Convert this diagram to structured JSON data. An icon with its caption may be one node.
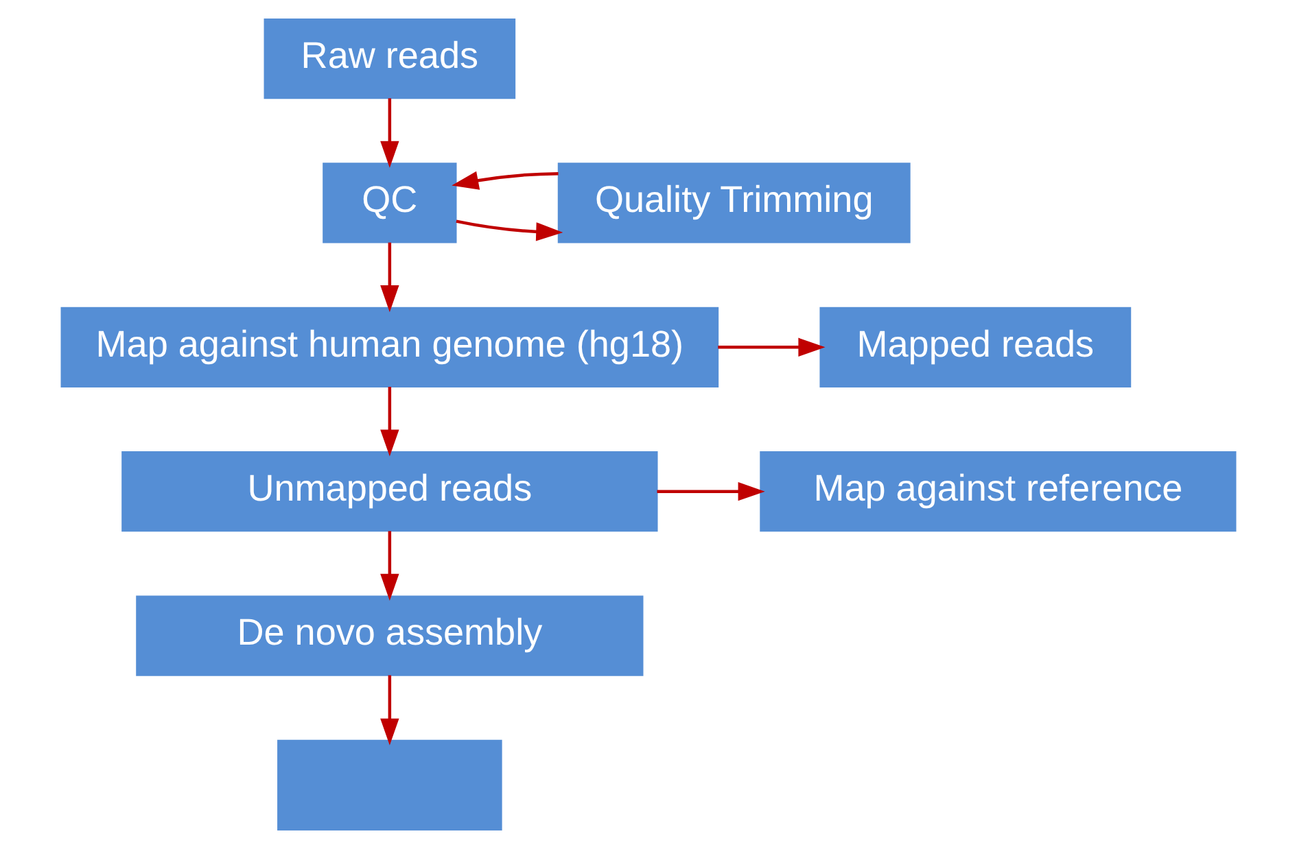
{
  "diagram": {
    "nodes": [
      {
        "text": [
          "Raw reads"
        ]
      },
      {
        "text": [
          "QC"
        ]
      },
      {
        "text": [
          "Quality Trimming"
        ]
      },
      {
        "text": [
          "Map against human genome (hg18)"
        ]
      },
      {
        "text": [
          "Mapped reads"
        ]
      },
      {
        "text": [
          "Unmapped reads"
        ]
      },
      {
        "text": [
          "Map against reference"
        ]
      },
      {
        "text": [
          "De novo assembly"
        ]
      },
      {
        "text": [],
        "shape": "box"
      }
    ],
    "edges": [
      {
        "from": 0,
        "to": 1,
        "arrow": "to",
        "color": "#c00000"
      },
      {
        "from": 1,
        "to": 2,
        "arrow": "to",
        "color": "#c00000"
      },
      {
        "from": 2,
        "to": 1,
        "arrow": "to",
        "color": "#c00000"
      },
      {
        "from": 1,
        "to": 3,
        "arrow": "to",
        "color": "#c00000"
      },
      {
        "from": 3,
        "to": 4,
        "arrow": "to",
        "color": "#c00000"
      },
      {
        "from": 3,
        "to": 5,
        "arrow": "to",
        "color": "#c00000"
      },
      {
        "from": 5,
        "to": 6,
        "arrow": "to",
        "color": "#c00000"
      },
      {
        "from": 5,
        "to": 7,
        "arrow": "to",
        "color": "#c00000"
      },
      {
        "from": 7,
        "to": 8,
        "arrow": "to",
        "color": "#c00000"
      }
    ]
  }
}
